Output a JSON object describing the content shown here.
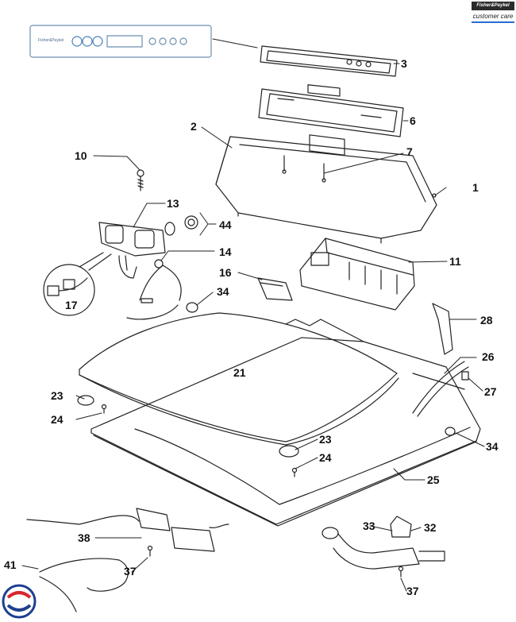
{
  "brand": {
    "logo_top": "Fisher&Paykel",
    "logo_bottom": "customer care"
  },
  "panel_legend": {
    "brand_text": "Fisher&Paykel"
  },
  "labels": [
    {
      "id": "1",
      "text": "1"
    },
    {
      "id": "2",
      "text": "2"
    },
    {
      "id": "3",
      "text": "3"
    },
    {
      "id": "6",
      "text": "6"
    },
    {
      "id": "7",
      "text": "7"
    },
    {
      "id": "10",
      "text": "10"
    },
    {
      "id": "11",
      "text": "11"
    },
    {
      "id": "13",
      "text": "13"
    },
    {
      "id": "14",
      "text": "14"
    },
    {
      "id": "16",
      "text": "16"
    },
    {
      "id": "17",
      "text": "17"
    },
    {
      "id": "21",
      "text": "21"
    },
    {
      "id": "23a",
      "text": "23"
    },
    {
      "id": "23b",
      "text": "23"
    },
    {
      "id": "24a",
      "text": "24"
    },
    {
      "id": "24b",
      "text": "24"
    },
    {
      "id": "25",
      "text": "25"
    },
    {
      "id": "26",
      "text": "26"
    },
    {
      "id": "27",
      "text": "27"
    },
    {
      "id": "28",
      "text": "28"
    },
    {
      "id": "32",
      "text": "32"
    },
    {
      "id": "33",
      "text": "33"
    },
    {
      "id": "34a",
      "text": "34"
    },
    {
      "id": "34b",
      "text": "34"
    },
    {
      "id": "37a",
      "text": "37"
    },
    {
      "id": "37b",
      "text": "37"
    },
    {
      "id": "38",
      "text": "38"
    },
    {
      "id": "41",
      "text": "41"
    },
    {
      "id": "44",
      "text": "44"
    }
  ]
}
